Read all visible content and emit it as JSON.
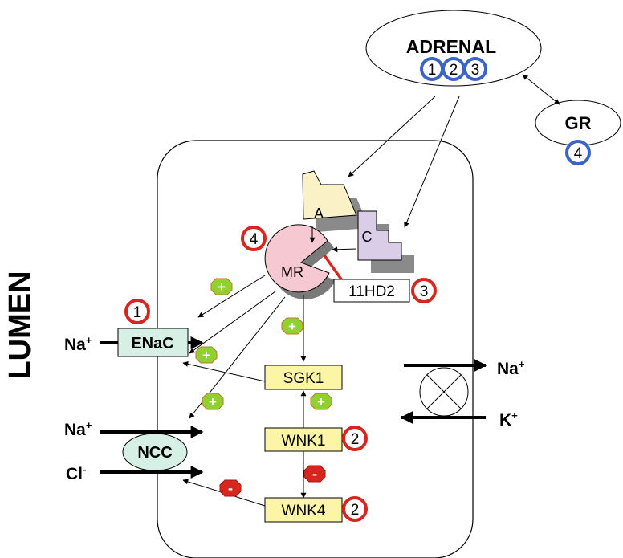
{
  "side_label": "LUMEN",
  "adrenal": {
    "label": "ADRENAL",
    "badges": [
      "1",
      "2",
      "3"
    ]
  },
  "gr": {
    "label": "GR",
    "badge": "4"
  },
  "hormones": {
    "a": "A",
    "c": "C"
  },
  "receptor": {
    "label": "MR",
    "badge": "4"
  },
  "enzyme": {
    "label": "11HD2",
    "badge": "3"
  },
  "channels": {
    "enac": {
      "label": "ENaC",
      "badge": "1"
    },
    "ncc": {
      "label": "NCC"
    }
  },
  "kinases": {
    "sgk1": {
      "label": "SGK1"
    },
    "wnk1": {
      "label": "WNK1",
      "badge": "2"
    },
    "wnk4": {
      "label": "WNK4",
      "badge": "2"
    }
  },
  "ions": {
    "na_enac": "Na",
    "na_ncc": "Na",
    "cl_ncc": "Cl",
    "na_pump": "Na",
    "k_pump": "K",
    "plus": "+",
    "minus": "-"
  },
  "signs": {
    "plus": "+",
    "minus": "-"
  },
  "colors": {
    "red_badge": "#d7261e",
    "blue_badge": "#3a64c6",
    "enac_fill": "#d6f0e6",
    "kinase_fill": "#fdf5a6",
    "mr_fill": "#f6c9d2",
    "a_fill": "#faf1c6",
    "c_fill": "#d9cde8",
    "plus_fill": "#8fd12e",
    "minus_fill": "#d7261e"
  }
}
